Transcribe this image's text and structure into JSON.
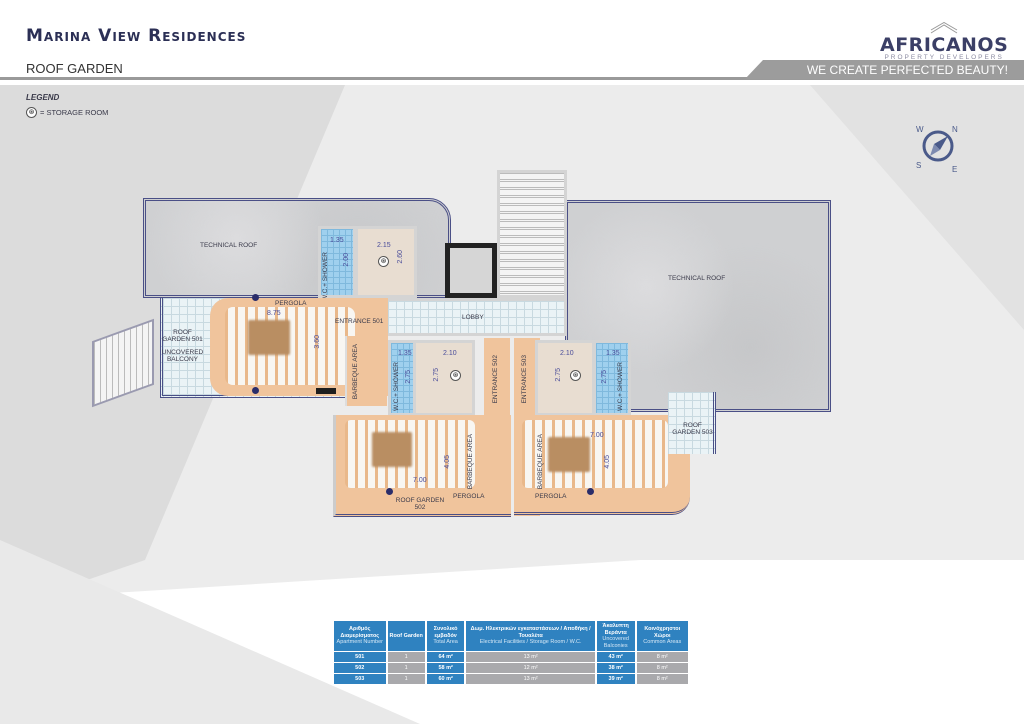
{
  "header": {
    "title": "Marina View Residences",
    "subtitle": "ROOF GARDEN",
    "tagline": "WE CREATE PERFECTED BEAUTY!",
    "logo": {
      "name": "AFRICANOS",
      "tagline": "PROPERTY DEVELOPERS"
    }
  },
  "legend": {
    "heading": "LEGEND",
    "items": [
      {
        "icon": "storage-room-icon",
        "symbol": "⊛",
        "label": "= STORAGE ROOM"
      }
    ]
  },
  "compass": {
    "n": "N",
    "e": "E",
    "s": "S",
    "w": "W"
  },
  "plan": {
    "technical_roof": "TECHNICAL ROOF",
    "lobby": "LOBBY",
    "pergola": "PERGOLA",
    "barbeque": "BARBEQUE AREA",
    "wc": "W.C.+ SHOWER",
    "entrance_501": "ENTRANCE 501",
    "entrance_502": "ENTRANCE 502",
    "entrance_503": "ENTRANCE 503",
    "roof_garden_501": "ROOF GARDEN 501",
    "roof_garden_502": "ROOF GARDEN 502",
    "roof_garden_503": "ROOF GARDEN 503",
    "uncovered_balcony": "UNCOVERED BALCONY",
    "dims": {
      "u501_wc_w": "1.35",
      "u501_wc_h": "2.00",
      "u501_st_w": "2.15",
      "u501_st_h": "2.60",
      "u501_perg_w": "8.75",
      "u501_perg_h": "3.60",
      "u502_wc_w": "1.35",
      "u502_wc_h": "2.75",
      "u502_st_w": "2.10",
      "u502_st_h": "2.75",
      "u502_perg_w": "7.00",
      "u502_perg_h": "4.05",
      "u503_wc_w": "1.35",
      "u503_wc_h": "2.75",
      "u503_st_w": "2.10",
      "u503_st_h": "2.75",
      "u503_perg_w": "7.00",
      "u503_perg_h": "4.05"
    }
  },
  "table": {
    "headers": [
      {
        "gr": "Αριθμός Διαμερίσματος",
        "en": "Apartment Number"
      },
      {
        "gr": "Roof Garden",
        "en": ""
      },
      {
        "gr": "Συνολικό εμβαδόν",
        "en": "Total Area"
      },
      {
        "gr": "Δωμ. Ηλεκτρικών εγκαταστάσεων / Αποθήκη / Τουαλέτα",
        "en": "Electrical Facilities / Storage Room / W.C."
      },
      {
        "gr": "Άκαλυπτη Βεράντα",
        "en": "Uncovered Balconies"
      },
      {
        "gr": "Κοινόχρηστοι Χώροι",
        "en": "Common Areas"
      }
    ],
    "rows": [
      [
        "501",
        "1",
        "64 m²",
        "13 m²",
        "43 m²",
        "8 m²"
      ],
      [
        "502",
        "1",
        "58 m²",
        "12 m²",
        "38 m²",
        "8 m²"
      ],
      [
        "503",
        "1",
        "60 m²",
        "13 m²",
        "39 m²",
        "8 m²"
      ]
    ]
  }
}
